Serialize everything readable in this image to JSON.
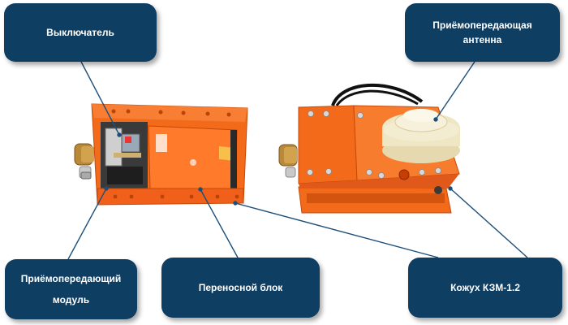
{
  "callouts": {
    "switch": "Выключатель",
    "antenna": "Приёмопередающая\nантенна",
    "module": "Приёмопередающий\nмодуль",
    "portable": "Переносной блок",
    "casing": "Кожух КЗМ-1.2"
  },
  "colors": {
    "callout_bg": "#0f3e63",
    "device_orange": "#f36a1a",
    "antenna_cream": "#efe6c4",
    "leader_line": "#1d4f7a"
  }
}
